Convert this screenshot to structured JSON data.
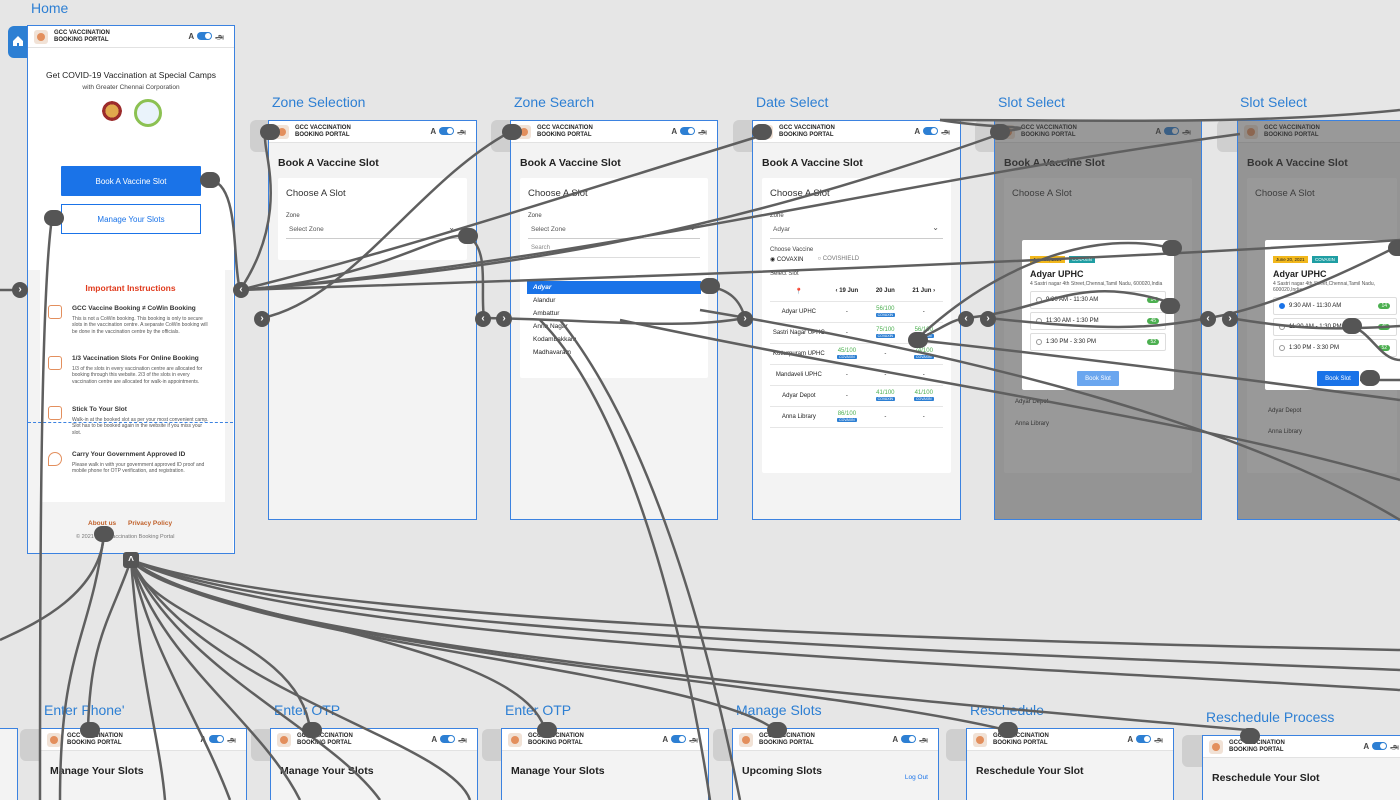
{
  "header": {
    "portal_name": "GCC VACCINATION BOOKING PORTAL",
    "toggle_left": "A",
    "toggle_right": "அ"
  },
  "labels": {
    "home": "Home",
    "zone_selection": "Zone Selection",
    "zone_search": "Zone Search",
    "date_select": "Date Select",
    "slot_select_1": "Slot Select",
    "slot_select_2": "Slot Select",
    "enter_phone": "Enter Phone'",
    "enter_otp_1": "Enter OTP",
    "enter_otp_2": "Enter OTP",
    "manage_slots": "Manage Slots",
    "reschedule": "Reschedule",
    "reschedule_process": "Reschedule Process"
  },
  "home": {
    "title": "Get COVID-19 Vaccination at Special Camps",
    "subtitle": "with Greater Chennai Corporation",
    "book_button": "Book A Vaccine Slot",
    "manage_button": "Manage Your Slots",
    "important": "Important Instructions",
    "instructions": [
      {
        "title": "GCC Vaccine Booking ≠ CoWin Booking",
        "text": "This is not a CoWin booking. This booking is only to secure slots in the vaccination centre. A separate CoWin booking will be done in the vaccination centre by the officials."
      },
      {
        "title": "1/3 Vaccination Slots For Online Booking",
        "text": "1/3 of the slots in every vaccination centre are allocated for booking through this website. 2/3 of the slots in every vaccination centre are allocated for walk-in appointments."
      },
      {
        "title": "Stick To Your Slot",
        "text": "Walk-in at the booked slot as per your most convenient camp. Slot has to be booked again in the website if you miss your slot."
      },
      {
        "title": "Carry Your Government Approved ID",
        "text": "Please walk in with your government approved ID proof and mobile phone for OTP verification, and registration."
      }
    ],
    "about": "About us",
    "privacy": "Privacy Policy",
    "copyright": "© 2021 GCC Vaccination Booking Portal"
  },
  "booking": {
    "page_title": "Book A Vaccine Slot",
    "card_title": "Choose A Slot",
    "zone_label": "Zone",
    "zone_placeholder": "Select Zone",
    "search_placeholder": "Search",
    "zones": [
      "Adyar",
      "Alandur",
      "Ambattur",
      "Anna Nagar",
      "Kodambakkam",
      "Madhavaram"
    ],
    "selected_zone": "Adyar",
    "vaccine_label": "Choose Vaccine",
    "vaccines": [
      "COVAXIN",
      "COVISHIELD"
    ],
    "slot_label": "Select Slot",
    "dates": [
      "19 Jun",
      "20 Jun",
      "21 Jun"
    ],
    "centres": [
      {
        "name": "Adyar UPHC",
        "v": [
          "-",
          "56/100",
          "-"
        ]
      },
      {
        "name": "Sastri Nagar UPHC",
        "v": [
          "-",
          "75/100",
          "56/100"
        ]
      },
      {
        "name": "Kotturpuram UPHC",
        "v": [
          "45/100",
          "-",
          "74/100"
        ]
      },
      {
        "name": "Mandaveli UPHC",
        "v": [
          "-",
          "-",
          "-"
        ]
      },
      {
        "name": "Adyar Depot",
        "v": [
          "-",
          "41/100",
          "41/100"
        ]
      },
      {
        "name": "Anna Library",
        "v": [
          "86/100",
          "-",
          "-"
        ]
      }
    ],
    "vax_badge": "COVAXIN"
  },
  "slot_modal": {
    "date_badge": "June 20, 2021",
    "vax_badge": "COVAXIN",
    "centre": "Adyar UPHC",
    "address": "4 Sastri nagar 4th Street,Chennai,Tamil Nadu, 600020,India",
    "slots": [
      {
        "time": "9:30 AM - 11:30 AM",
        "count": "14"
      },
      {
        "time": "11:30 AM - 1:30 PM",
        "count": "45"
      },
      {
        "time": "1:30 PM - 3:30 PM",
        "count": "52"
      }
    ],
    "book_button": "Book Slot"
  },
  "bottom": {
    "manage_title": "Manage Your Slots",
    "upcoming_title": "Upcoming Slots",
    "logout": "Log Out",
    "reschedule_title": "Reschedule Your Slot"
  },
  "colors": {
    "link": "#2d7fd3",
    "frame_border": "#3b82e0",
    "primary": "#1a73e8",
    "connector": "#5a5a5a"
  }
}
